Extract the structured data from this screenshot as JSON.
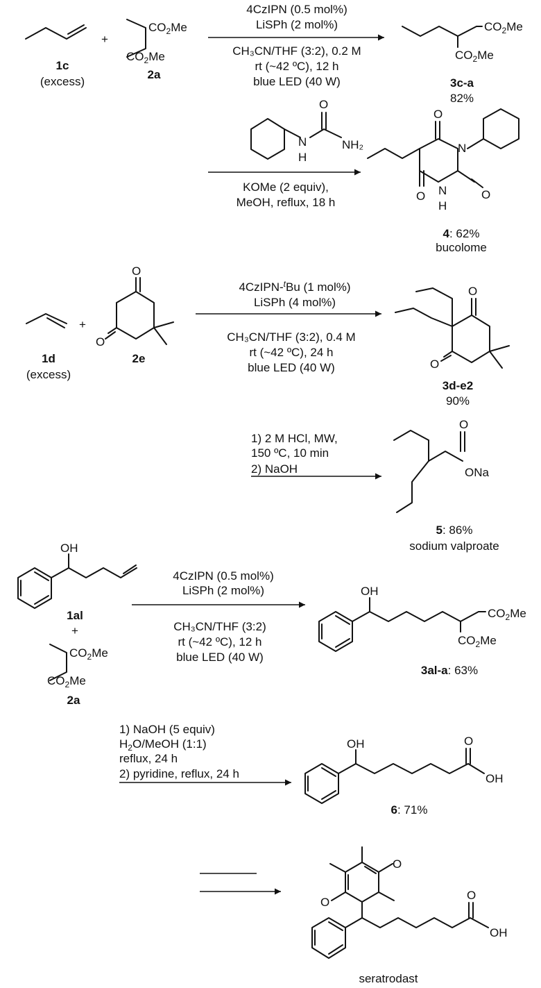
{
  "step1": {
    "cond_above": [
      "4CzIPN (0.5 mol%)",
      "LiSPh (2 mol%)"
    ],
    "cond_below": [
      "CH₃CN/THF (3:2), 0.2 M",
      "rt (~42 ºC), 12 h",
      "blue LED (40 W)"
    ],
    "reactant1_id": "1c",
    "reactant1_note": "(excess)",
    "plus": "+",
    "reactant2_id": "2a",
    "product_id": "3c-a",
    "product_yield": "82%",
    "groups": {
      "ester": "CO₂Me"
    }
  },
  "step2": {
    "cond_below": [
      "KOMe (2 equiv),",
      "MeOH, reflux, 18 h"
    ],
    "urea_nh2": "NH₂",
    "urea_nh": "H",
    "n_atom": "N",
    "o_atom": "O",
    "product_id": "4",
    "product_yield": ": 62%",
    "product_name": "bucolome"
  },
  "step3": {
    "cond_above_1": "4CzIPN-",
    "cond_above_1_sup": "t",
    "cond_above_1_tail": "Bu (1 mol%)",
    "cond_above_2": "LiSPh (4 mol%)",
    "cond_below": [
      "CH₃CN/THF (3:2), 0.4 M",
      "rt (~42 ºC), 24 h",
      "blue LED (40 W)"
    ],
    "reactant1_id": "1d",
    "reactant1_note": "(excess)",
    "plus": "+",
    "reactant2_id": "2e",
    "product_id": "3d-e2",
    "product_yield": "90%"
  },
  "step4": {
    "cond": [
      "1) 2 M HCl, MW,",
      "150 ºC, 10 min",
      "2) NaOH"
    ],
    "ona": "ONa",
    "product_id": "5",
    "product_yield": ": 86%",
    "product_name": "sodium valproate"
  },
  "step5": {
    "cond_above": [
      "4CzIPN (0.5 mol%)",
      "LiSPh (2 mol%)"
    ],
    "cond_below": [
      "CH₃CN/THF (3:2)",
      "rt (~42 ºC),  12 h",
      "blue LED (40 W)"
    ],
    "oh": "OH",
    "reactant1_id": "1al",
    "plus": "+",
    "reactant2_id": "2a",
    "product_id": "3al-a",
    "product_yield": ": 63%"
  },
  "step6": {
    "cond": [
      "1) NaOH (5 equiv)",
      "H₂O/MeOH (1:1)",
      "reflux, 24 h",
      "2) pyridine, reflux, 24 h"
    ],
    "product_id": "6",
    "product_yield": ": 71%"
  },
  "step7": {
    "product_name": "seratrodast"
  }
}
